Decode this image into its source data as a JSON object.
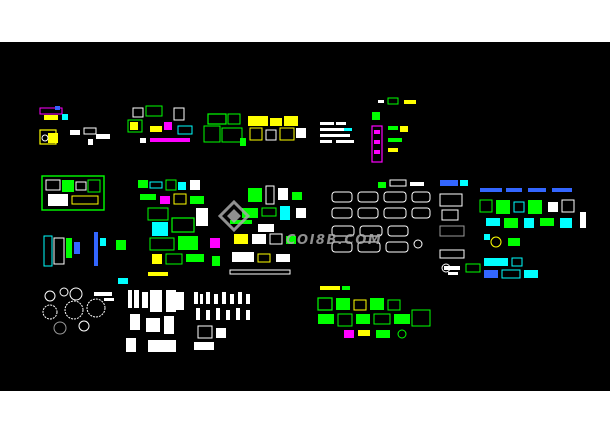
{
  "canvas": {
    "background": "#000000",
    "band_color": "#ffffff"
  },
  "palette": {
    "green": "#00ff00",
    "yellow": "#ffff00",
    "cyan": "#00ffff",
    "magenta": "#ff00ff",
    "white": "#ffffff",
    "blue": "#3366ff",
    "red": "#ff3030",
    "gray": "#9a9a9a"
  },
  "watermark": {
    "icon": "diamond-logo-icon",
    "text": "COI8B.COM",
    "color": "#a8a8a8"
  },
  "symbol_groups": [
    {
      "name": "group-bath-fixtures",
      "colors": [
        "magenta",
        "yellow",
        "cyan",
        "white"
      ]
    },
    {
      "name": "group-furniture-toolbar",
      "colors": [
        "green",
        "yellow",
        "magenta",
        "cyan"
      ]
    },
    {
      "name": "group-kitchen-blocks",
      "colors": [
        "green",
        "yellow",
        "white"
      ]
    },
    {
      "name": "group-text-notes",
      "colors": [
        "white",
        "cyan"
      ]
    },
    {
      "name": "group-electrical-column",
      "colors": [
        "green",
        "yellow",
        "magenta"
      ]
    },
    {
      "name": "group-room-layouts",
      "colors": [
        "green",
        "white",
        "yellow"
      ]
    },
    {
      "name": "group-plant-symbols",
      "colors": [
        "green",
        "cyan",
        "yellow",
        "magenta"
      ]
    },
    {
      "name": "group-office-furniture",
      "colors": [
        "green",
        "yellow",
        "cyan",
        "white"
      ]
    },
    {
      "name": "group-vehicles",
      "colors": [
        "white",
        "gray"
      ]
    },
    {
      "name": "group-appliances",
      "colors": [
        "cyan",
        "green",
        "blue",
        "white"
      ]
    },
    {
      "name": "group-legend-table",
      "colors": [
        "cyan",
        "blue",
        "white"
      ]
    },
    {
      "name": "group-circular-plants",
      "colors": [
        "white",
        "gray"
      ]
    },
    {
      "name": "group-people-figures",
      "colors": [
        "white",
        "gray"
      ]
    },
    {
      "name": "group-dining-sets",
      "colors": [
        "green",
        "yellow",
        "magenta"
      ]
    },
    {
      "name": "group-lamps",
      "colors": [
        "white",
        "cyan",
        "green"
      ]
    }
  ]
}
